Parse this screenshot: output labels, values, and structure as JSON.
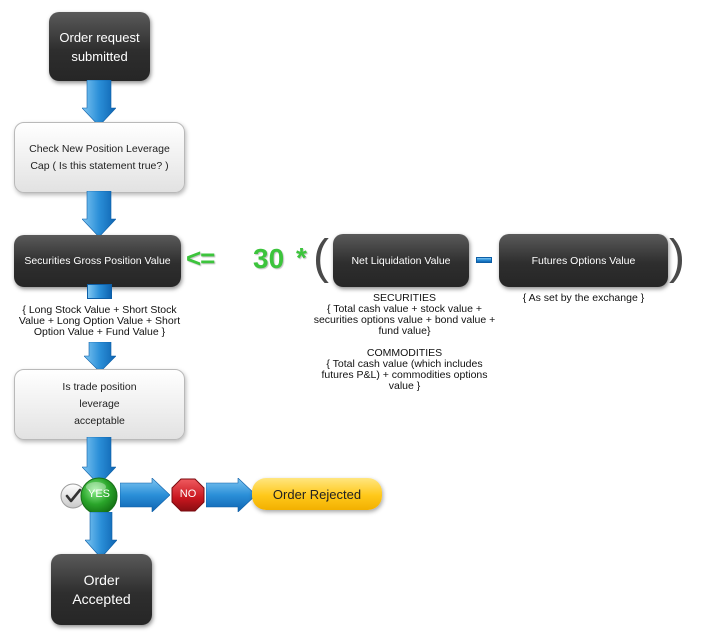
{
  "nodes": {
    "order_request": "Order request submitted",
    "check_cap": "Check New Position Leverage Cap ( Is this statement true? )",
    "gross_position": "Securities Gross Position Value",
    "net_liquidation": "Net Liquidation Value",
    "futures_options": "Futures Options Value",
    "is_trade_acceptable": "Is trade position leverage acceptable",
    "order_rejected": "Order Rejected",
    "order_accepted": "Order Accepted"
  },
  "formula": {
    "operator": "<=",
    "multiplier": "30",
    "times": "*",
    "open_paren": "(",
    "close_paren": ")",
    "minus": "-"
  },
  "notes": {
    "gross_position_detail": "{ Long Stock Value + Short Stock Value + Long Option Value + Short Option Value + Fund Value }",
    "securities_title": "SECURITIES",
    "securities_detail": "{ Total cash value + stock value + securities options value + bond value + fund value}",
    "commodities_title": "COMMODITIES",
    "commodities_detail": "{ Total cash value (which includes futures P&L) + commodities options value }",
    "futures_detail": "{ As set by the exchange }"
  },
  "decisions": {
    "yes": "YES",
    "no": "NO"
  },
  "colors": {
    "arrow_blue": "#1f86d6",
    "formula_green": "#3cc43c",
    "yes_green": "#2aa52a",
    "no_red": "#c8161e",
    "rejected_yellow": "#ffc81a"
  }
}
